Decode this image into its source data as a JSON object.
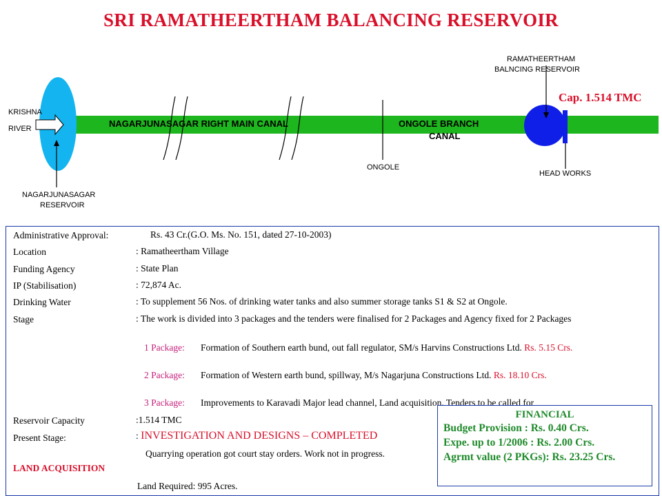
{
  "title": "SRI  RAMATHEERTHAM BALANCING  RESERVOIR",
  "diagram": {
    "krishna": "KRISHNA",
    "river": "RIVER",
    "nagarjunasagar_res_1": "NAGARJUNASAGAR",
    "nagarjunasagar_res_2": "RESERVOIR",
    "main_canal": "NAGARJUNASAGAR RIGHT MAIN CANAL",
    "branch_canal_1": "ONGOLE BRANCH",
    "branch_canal_2": "CANAL",
    "ongole": "ONGOLE",
    "rama_1": "RAMATHEERTHAM",
    "rama_2": "BALNCING  RESERVOIR",
    "capacity": "Cap. 1.514 TMC",
    "head_works": "HEAD WORKS",
    "colors": {
      "canal": "#1eb61e",
      "river": "#13b4f0",
      "reservoir": "#0f1fe8",
      "title": "#d8102a"
    }
  },
  "details": {
    "admin_label": "Administrative Approval:",
    "admin_value": "Rs. 43 Cr.(G.O. Ms. No. 151, dated 27-10-2003)",
    "location_label": "Location",
    "location_value": ":  Ramatheertham Village",
    "funding_label": "Funding Agency",
    "funding_value": ":   State Plan",
    "ip_label": "IP (Stabilisation)",
    "ip_value": ":  72,874 Ac.",
    "water_label": "Drinking Water",
    "water_value": ":  To supplement 56 Nos. of drinking water tanks and also summer storage tanks S1 & S2 at Ongole.",
    "stage_label": "Stage",
    "stage_value": ":  The work is divided into 3 packages and the tenders were finalised for 2 Packages and Agency fixed for 2 Packages",
    "pkg1_label": "1 Package:",
    "pkg1_text": "Formation of Southern earth bund, out fall regulator, SM/s Harvins Constructions Ltd.",
    "pkg1_amount": "Rs. 5.15 Crs.",
    "pkg2_label": "2 Package:",
    "pkg2_text": "Formation of Western earth bund, spillway, M/s Nagarjuna Constructions Ltd.",
    "pkg2_amount": "Rs. 18.10 Crs.",
    "pkg3_label": "3 Package:",
    "pkg3_text": "Improvements to Karavadi Major lead channel, Land acquisition. Tenders to  be called for",
    "capacity_label": "Reservoir Capacity",
    "capacity_value": ":1.514 TMC",
    "present_label": "Present Stage:",
    "present_colon": ": ",
    "present_value": "INVESTIGATION AND DESIGNS – COMPLETED",
    "quarry": "Quarrying operation got court stay orders. Work not in progress.",
    "land_label": "LAND ACQUISITION",
    "land_required": "Land Required: 995 Acres."
  },
  "financial": {
    "heading": "FINANCIAL",
    "budget": "Budget Provision  : Rs. 0.40 Crs.",
    "expe": "Expe. up to 1/2006  : Rs. 2.00 Crs.",
    "agrmt": "Agrmt value (2 PKGs): Rs. 23.25 Crs."
  }
}
